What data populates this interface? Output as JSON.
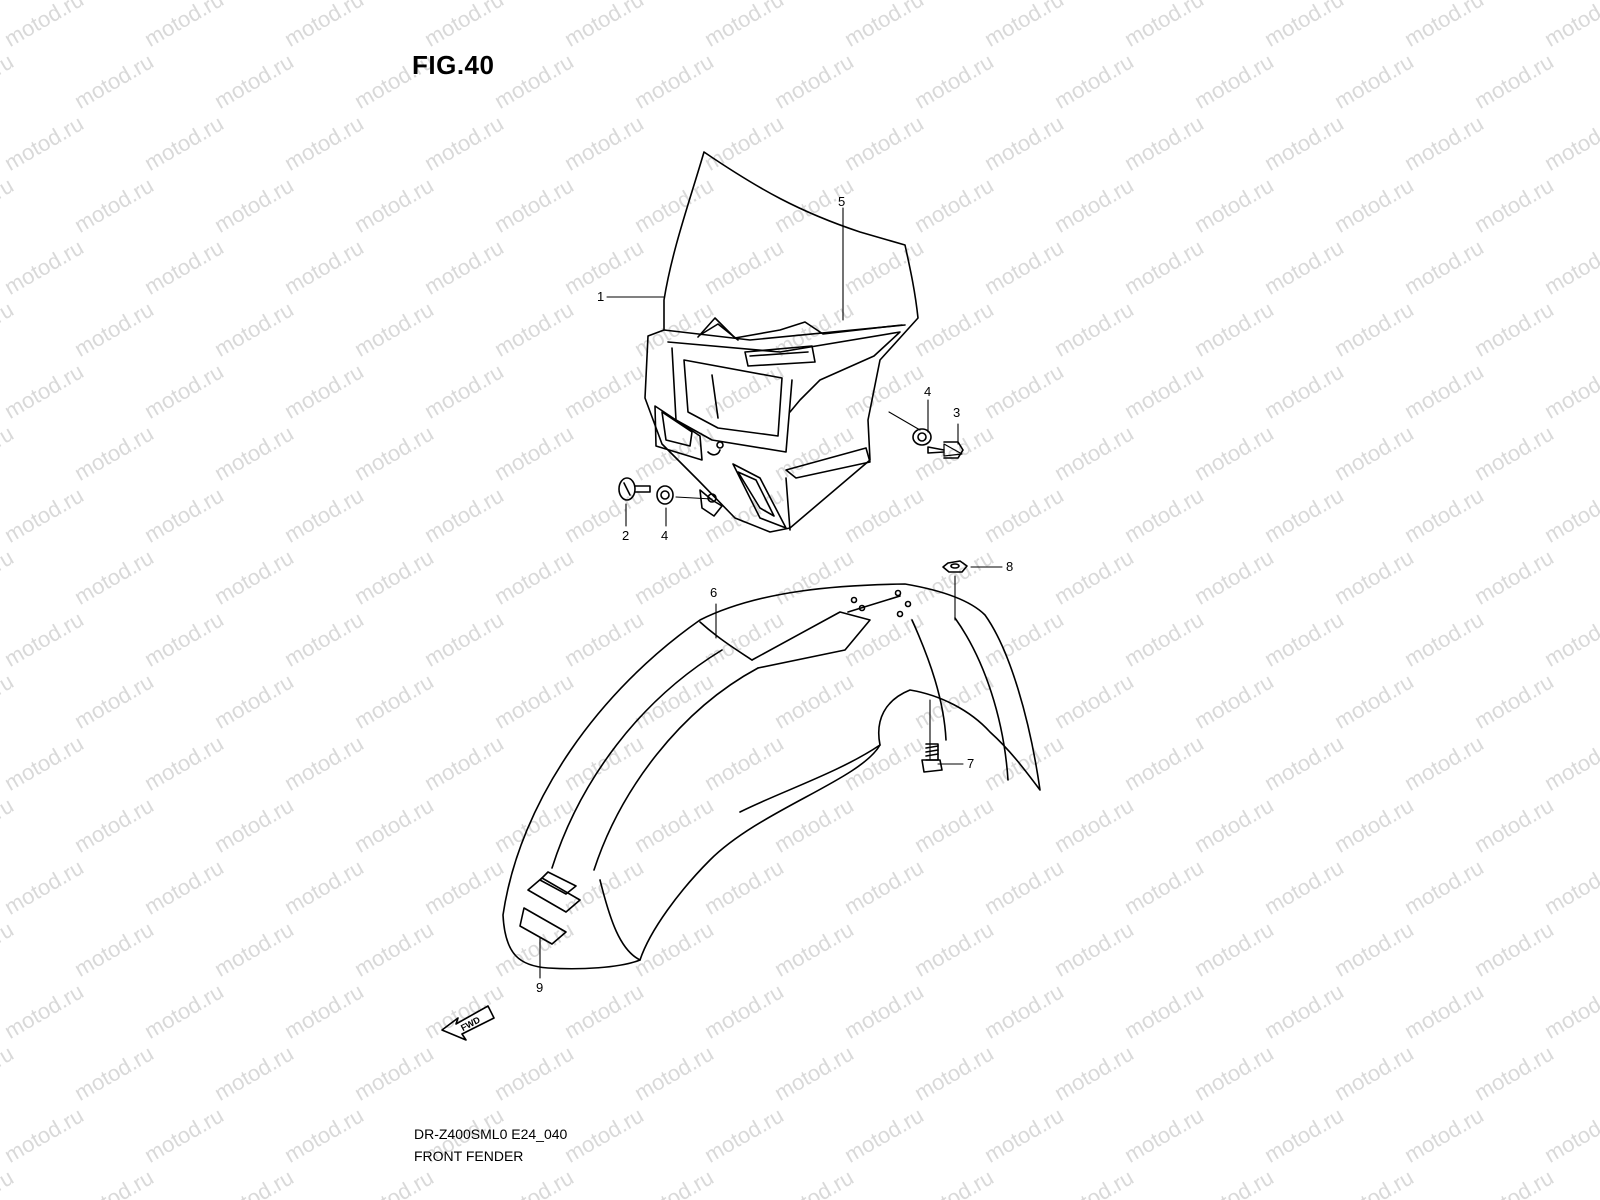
{
  "figure": {
    "title": "FIG.40",
    "model_code": "DR-Z400SML0 E24_040",
    "name": "FRONT FENDER"
  },
  "watermark": {
    "text": "motod.ru",
    "color": "#d9d9d9"
  },
  "callouts": [
    "1",
    "2",
    "3",
    "4",
    "4",
    "5",
    "6",
    "7",
    "8",
    "9"
  ],
  "direction_label": "FWD",
  "colors": {
    "line": "#000000",
    "background": "#ffffff"
  }
}
